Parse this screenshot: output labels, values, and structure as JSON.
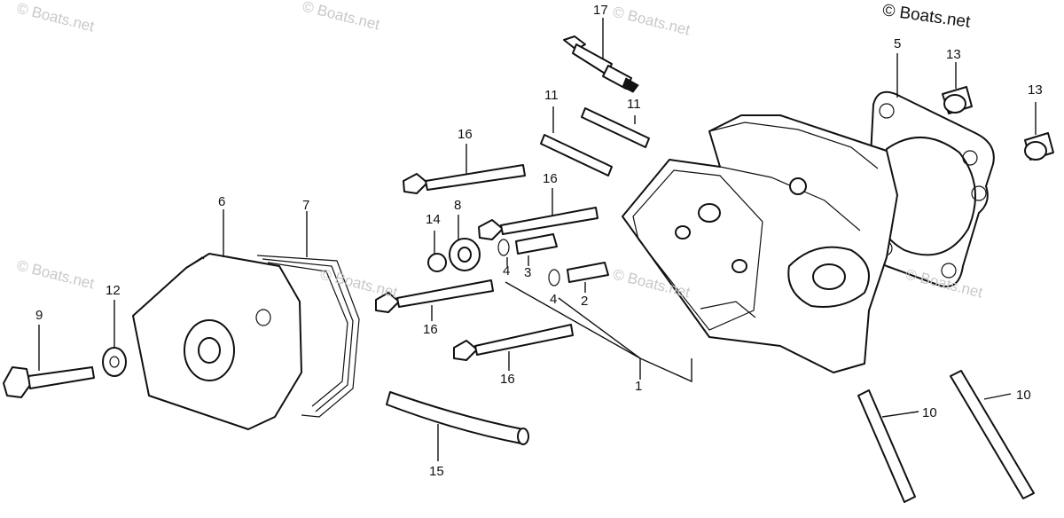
{
  "watermarks": {
    "main": "© Boats.net",
    "faint": "© Boats.net"
  },
  "callouts": [
    {
      "id": "c17",
      "text": "17"
    },
    {
      "id": "c5",
      "text": "5"
    },
    {
      "id": "c13a",
      "text": "13"
    },
    {
      "id": "c13b",
      "text": "13"
    },
    {
      "id": "c11a",
      "text": "11"
    },
    {
      "id": "c11b",
      "text": "11"
    },
    {
      "id": "c16a",
      "text": "16"
    },
    {
      "id": "c16b",
      "text": "16"
    },
    {
      "id": "c16c",
      "text": "16"
    },
    {
      "id": "c16d",
      "text": "16"
    },
    {
      "id": "c6",
      "text": "6"
    },
    {
      "id": "c7",
      "text": "7"
    },
    {
      "id": "c14",
      "text": "14"
    },
    {
      "id": "c8",
      "text": "8"
    },
    {
      "id": "c4a",
      "text": "4"
    },
    {
      "id": "c3",
      "text": "3"
    },
    {
      "id": "c4b",
      "text": "4"
    },
    {
      "id": "c2",
      "text": "2"
    },
    {
      "id": "c12",
      "text": "12"
    },
    {
      "id": "c9",
      "text": "9"
    },
    {
      "id": "c1",
      "text": "1"
    },
    {
      "id": "c15",
      "text": "15"
    },
    {
      "id": "c10a",
      "text": "10"
    },
    {
      "id": "c10b",
      "text": "10"
    }
  ],
  "colors": {
    "ink": "#111111",
    "watermark": "#c8c8c8",
    "background": "#ffffff"
  }
}
